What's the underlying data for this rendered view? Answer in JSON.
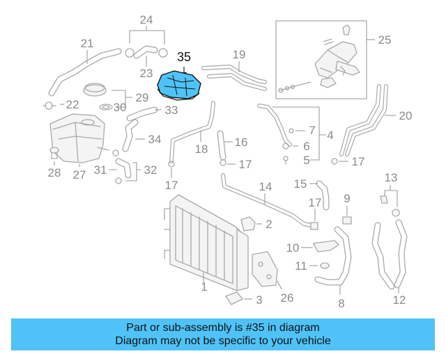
{
  "diagram": {
    "highlight_color": "#4fc3f7",
    "highlighted_part": "35",
    "callouts": {
      "c1": "1",
      "c2": "2",
      "c3": "3",
      "c4": "4",
      "c5": "5",
      "c6": "6",
      "c7": "7",
      "c8": "8",
      "c9": "9",
      "c10": "10",
      "c11": "11",
      "c12": "12",
      "c13": "13",
      "c14": "14",
      "c15": "15",
      "c16": "16",
      "c17a": "17",
      "c17b": "17",
      "c17c": "17",
      "c17d": "17",
      "c18": "18",
      "c19": "19",
      "c20": "20",
      "c21": "21",
      "c22": "22",
      "c23": "23",
      "c24": "24",
      "c25": "25",
      "c26": "26",
      "c27": "27",
      "c28": "28",
      "c29": "29",
      "c30": "30",
      "c31": "31",
      "c32": "32",
      "c33": "33",
      "c34": "34",
      "c35": "35"
    }
  },
  "banner": {
    "line1": "Part or sub-assembly is #35 in diagram",
    "line2": "Diagram may not be specific to your vehicle",
    "color": "#4fc3f7"
  }
}
